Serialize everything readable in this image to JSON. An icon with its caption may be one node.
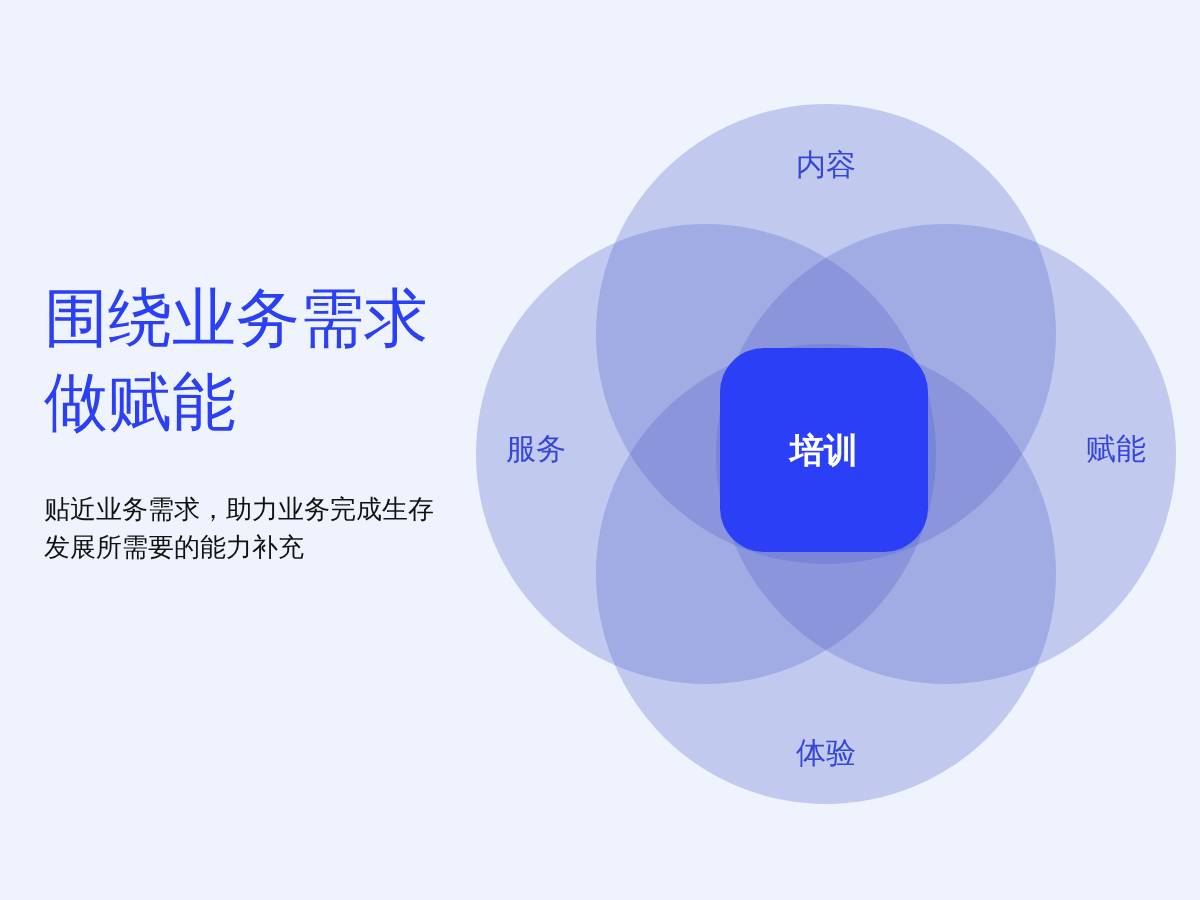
{
  "diagram": {
    "title": "围绕业务需求做赋能",
    "nodes": [
      {
        "text": [
          "内容"
        ]
      },
      {
        "text": [
          "服务"
        ]
      },
      {
        "text": [
          "培训"
        ]
      },
      {
        "text": [
          "赋能"
        ]
      },
      {
        "text": [
          "体验"
        ]
      }
    ],
    "labels": [
      "贴近业务需求，助力业务完成生存发展所需要的能力补充"
    ]
  }
}
